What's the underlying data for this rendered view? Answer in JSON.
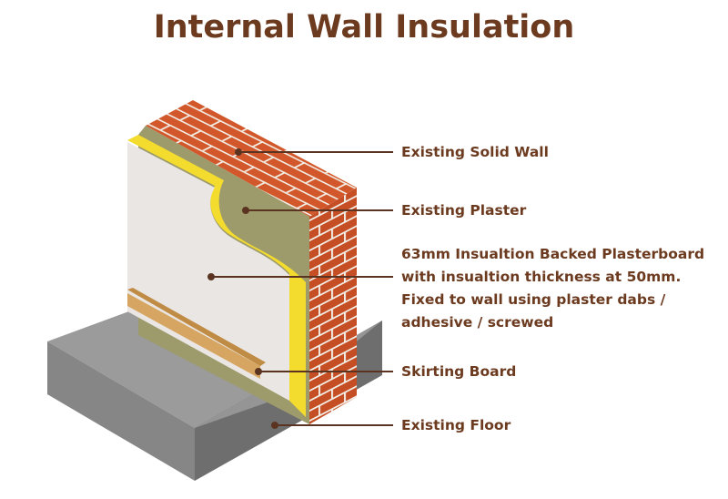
{
  "title": "Internal Wall Insulation",
  "labels": {
    "solid_wall": "Existing Solid Wall",
    "plaster": "Existing Plaster",
    "plasterboard_line1": "63mm Insualtion Backed Plasterboard",
    "plasterboard_line2": "with insualtion thickness at 50mm.",
    "plasterboard_line3": "Fixed to wall using plaster dabs /",
    "plasterboard_line4": "adhesive / screwed",
    "skirting": "Skirting Board",
    "floor": "Existing Floor"
  },
  "colors": {
    "title": "#6b3a1f",
    "label_text": "#6b3a1f",
    "leader_line": "#5a3420",
    "brick": "#d2582b",
    "mortar": "#f2ede4",
    "plaster": "#9d9a6c",
    "insulation": "#f3dc2e",
    "plasterboard": "#eae6e3",
    "skirting": "#d6a561",
    "floor_top": "#9b9b9b",
    "floor_front": "#868686",
    "floor_side": "#6e6e6e"
  }
}
